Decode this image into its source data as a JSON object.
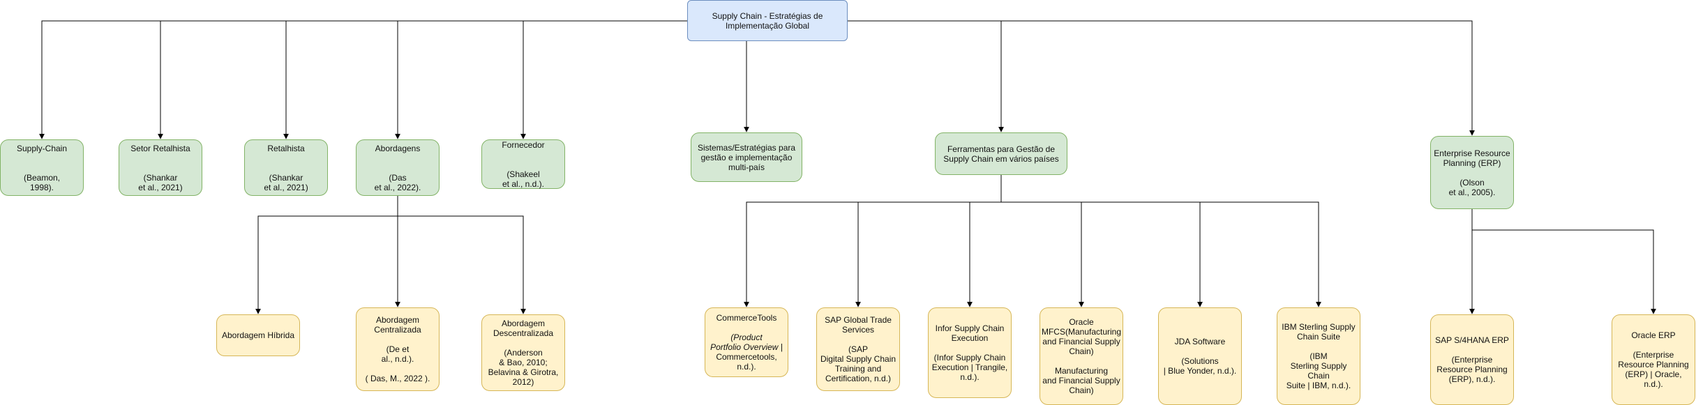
{
  "nodes": {
    "root": {
      "lines": [
        "Supply Chain - Estratégias de",
        "Implementação Global"
      ]
    },
    "n1": {
      "lines": [
        "Supply-Chain",
        "",
        "",
        "(Beamon,",
        "1998)."
      ]
    },
    "n2": {
      "lines": [
        "Setor Retalhista",
        "",
        "",
        "(Shankar",
        "et al., 2021)"
      ]
    },
    "n3": {
      "lines": [
        "Retalhista",
        "",
        "",
        "(Shankar",
        "et al., 2021)"
      ]
    },
    "n4": {
      "lines": [
        "Abordagens",
        "",
        "",
        "(Das",
        "et al., 2022)."
      ]
    },
    "n5": {
      "lines": [
        "Fornecedor",
        "",
        "",
        "(Shakeel",
        "et al., n.d.)."
      ]
    },
    "n6": {
      "lines": [
        "Sistemas/Estratégias para",
        "gestão e implementação",
        "multi-país"
      ]
    },
    "n7": {
      "lines": [
        "Ferramentas para Gestão de",
        "Supply Chain em vários países"
      ]
    },
    "n8": {
      "lines": [
        "Enterprise Resource",
        "Planning (ERP)",
        "",
        "(Olson",
        "et al., 2005)."
      ]
    },
    "a1": {
      "lines": [
        "Abordagem Híbrida"
      ]
    },
    "a2": {
      "lines": [
        "Abordagem",
        "Centralizada",
        "",
        "(De et",
        "al., n.d.).",
        "",
        "( Das, M., 2022 )."
      ]
    },
    "a3": {
      "lines": [
        "Abordagem",
        "Descentralizada",
        "",
        "(Anderson",
        "& Bao, 2010;",
        "Belavina & Girotra,",
        "2012)"
      ]
    },
    "t1": {
      "lines": [
        "CommerceTools",
        "",
        "(Product",
        "Portfolio Overview |",
        "Commercetools,",
        "n.d.)."
      ],
      "italic": [
        2,
        3
      ]
    },
    "t2": {
      "lines": [
        "SAP Global Trade",
        "Services",
        "",
        "(SAP",
        "Digital Supply Chain",
        "Training and",
        "Certification, n.d.)"
      ]
    },
    "t3": {
      "lines": [
        "Infor Supply Chain",
        "Execution",
        "",
        "(Infor Supply Chain",
        "Execution | Trangile,",
        "n.d.)."
      ]
    },
    "t4": {
      "lines": [
        "Oracle",
        "MFCS(Manufacturing",
        "and Financial Supply",
        "Chain)",
        "",
        "Manufacturing",
        "and Financial Supply",
        "Chain)"
      ]
    },
    "t5": {
      "lines": [
        "JDA Software",
        "",
        "(Solutions",
        "| Blue Yonder, n.d.)."
      ]
    },
    "t6": {
      "lines": [
        "IBM Sterling Supply",
        "Chain Suite",
        "",
        "(IBM",
        "Sterling Supply Chain",
        "Suite | IBM, n.d.)."
      ]
    },
    "e1": {
      "lines": [
        "SAP S/4HANA ERP",
        "",
        "(Enterprise",
        "Resource Planning",
        "(ERP), n.d.)."
      ]
    },
    "e2": {
      "lines": [
        "Oracle ERP",
        "",
        "(Enterprise",
        "Resource Planning",
        "(ERP) | Oracle, n.d.)."
      ]
    }
  },
  "colors": {
    "green_fill": "#d5e8d4",
    "green_stroke": "#82b366",
    "blue_fill": "#dae8fc",
    "blue_stroke": "#6c8ebf",
    "yellow_fill": "#fff2cc",
    "yellow_stroke": "#d6b656",
    "edge": "#000000"
  }
}
